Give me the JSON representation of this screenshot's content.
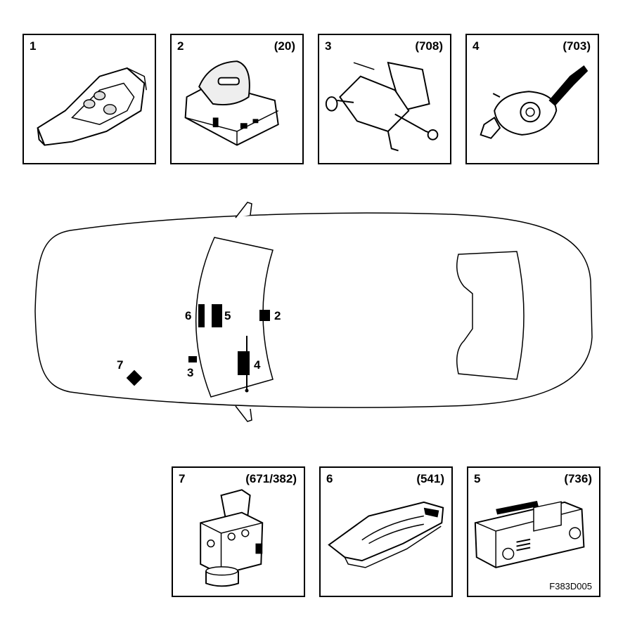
{
  "panels": [
    {
      "number": "1",
      "code": ""
    },
    {
      "number": "2",
      "code": "(20)"
    },
    {
      "number": "3",
      "code": "(708)"
    },
    {
      "number": "4",
      "code": "(703)"
    },
    {
      "number": "7",
      "code": "(671/382)"
    },
    {
      "number": "6",
      "code": "(541)"
    },
    {
      "number": "5",
      "code": "(736)"
    }
  ],
  "car_labels": {
    "l6": "6",
    "l5": "5",
    "l2": "2",
    "l7": "7",
    "l3": "3",
    "l4": "4"
  },
  "figure_id": "F383D005"
}
